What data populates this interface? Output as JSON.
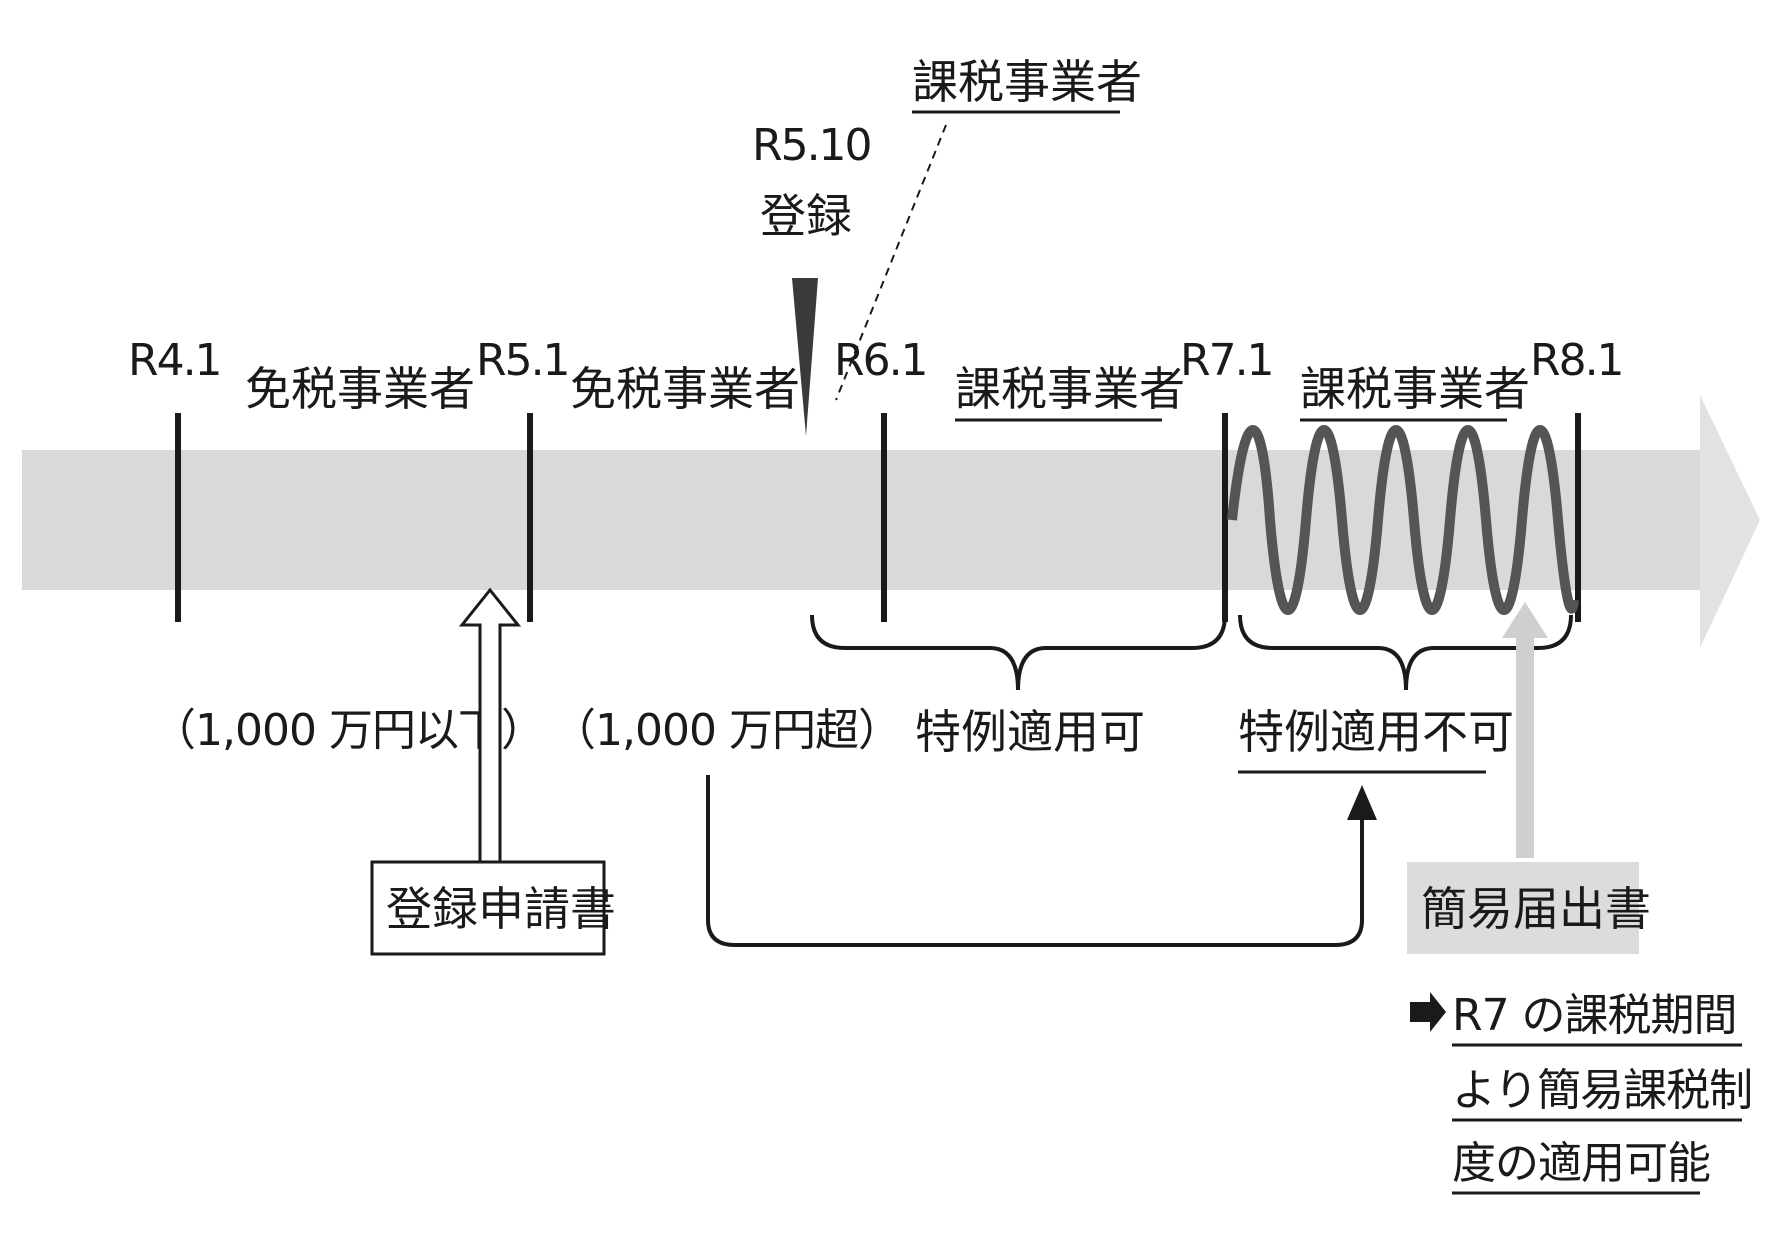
{
  "dates": {
    "r4_1": "R4.1",
    "r5_1": "R5.1",
    "r6_1": "R6.1",
    "r7_1": "R7.1",
    "r8_1": "R8.1",
    "r5_10": "R5.10"
  },
  "labels": {
    "registration": "登録",
    "exempt_1": "免税事業者",
    "exempt_2": "免税事業者",
    "taxable_top": "課税事業者",
    "taxable_r6": "課税事業者",
    "taxable_r7": "課税事業者",
    "sales_under": "（1,000 万円以下）",
    "sales_over": "（1,000 万円超）",
    "special_allowed": "特例適用可",
    "special_not_allowed": "特例適用不可",
    "registration_form": "登録申請書",
    "simplified_form": "簡易届出書",
    "result_line1": "R7 の課税期間",
    "result_line2": "より簡易課税制",
    "result_line3": "度の適用可能"
  },
  "colors": {
    "band": "#d9d9d9",
    "ink": "#1a1a1a",
    "wave": "#555555",
    "arrow_light": "#cfcfcf",
    "box_gray": "#dcdcdc"
  }
}
